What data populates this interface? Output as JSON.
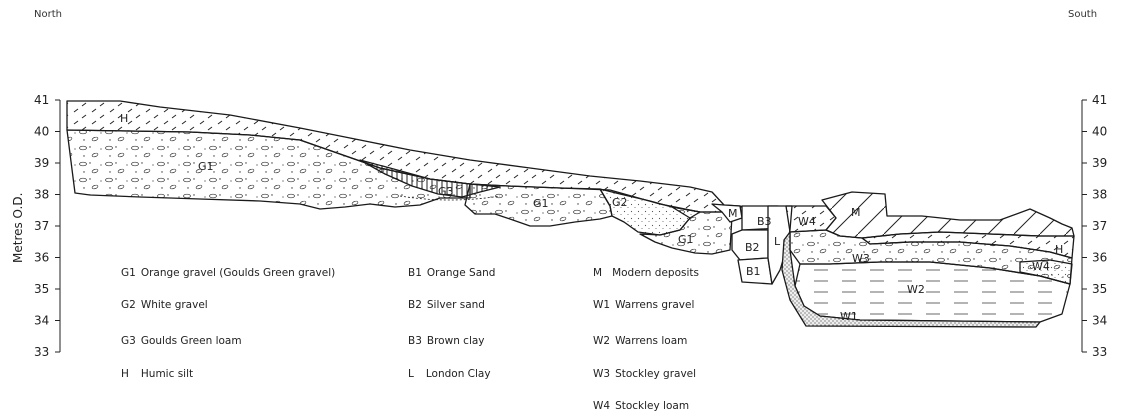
{
  "orientation": {
    "north": "North",
    "south": "South"
  },
  "axis": {
    "label": "Metres  O.D.",
    "ticks": [
      "41",
      "40",
      "39",
      "38",
      "37",
      "36",
      "35",
      "34",
      "33"
    ]
  },
  "layer_labels": {
    "H_north": "H",
    "G1_north": "G1",
    "G3": "G3",
    "G1_middle": "G1",
    "G2": "G2",
    "G1_south": "G1",
    "M_small": "M",
    "B3": "B3",
    "L": "L",
    "B2": "B2",
    "B1": "B1",
    "W4_upper": "W4",
    "M_large": "M",
    "W3": "W3",
    "W2": "W2",
    "W1": "W1",
    "H_south": "H",
    "W4_lower": "W4"
  },
  "legend": {
    "col1": [
      {
        "code": "G1",
        "text": "Orange gravel (Goulds Green gravel)"
      },
      {
        "code": "G2",
        "text": "White gravel"
      },
      {
        "code": "G3",
        "text": "Goulds Green loam"
      },
      {
        "code": "H",
        "text": "Humic silt"
      }
    ],
    "col2": [
      {
        "code": "B1",
        "text": "Orange Sand"
      },
      {
        "code": "B2",
        "text": "Silver sand"
      },
      {
        "code": "B3",
        "text": "Brown clay"
      },
      {
        "code": "L",
        "text": "London Clay"
      }
    ],
    "col3": [
      {
        "code": "M",
        "text": "Modern deposits"
      },
      {
        "code": "W1",
        "text": "Warrens gravel"
      },
      {
        "code": "W2",
        "text": "Warrens loam"
      },
      {
        "code": "W3",
        "text": "Stockley gravel"
      },
      {
        "code": "W4",
        "text": "Stockley loam"
      }
    ]
  },
  "colors": {
    "line": "#1a1a1a",
    "text": "#222222",
    "background": "#ffffff"
  }
}
